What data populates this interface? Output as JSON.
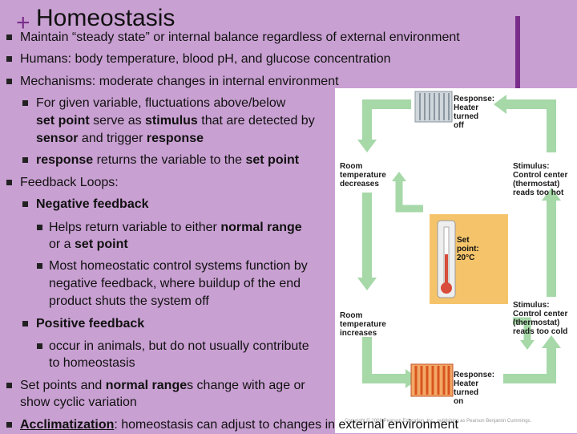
{
  "slide": {
    "title": "Homeostasis",
    "plus_symbol": "+",
    "bullets": [
      {
        "level": 1,
        "text": "Maintain “steady state” or internal balance regardless of external environment"
      },
      {
        "level": 1,
        "text": "Humans: body temperature, blood pH, and glucose concentration"
      },
      {
        "level": 1,
        "text": "Mechanisms: moderate changes in internal environment"
      },
      {
        "level": 2,
        "lines": [
          "For given variable, fluctuations above/below",
          "set point serve as stimulus that are detected by",
          "sensor and trigger response"
        ]
      },
      {
        "level": 2,
        "text": "response returns the variable to the set point"
      },
      {
        "level": 1,
        "text": "Feedback Loops:"
      },
      {
        "level": 2,
        "text": "Negative feedback"
      },
      {
        "level": 3,
        "lines": [
          "Helps return variable to either normal range",
          "or a set point"
        ]
      },
      {
        "level": 3,
        "lines": [
          "Most homeostatic control systems function by",
          "negative feedback, where buildup of the end",
          "product shuts the system off"
        ]
      },
      {
        "level": 2,
        "text": "Positive feedback"
      },
      {
        "level": 3,
        "lines": [
          "occur in animals, but do not usually contribute",
          "to homeostasis"
        ]
      },
      {
        "level": 1,
        "lines": [
          "Set points and normal ranges change with age or",
          "show cyclic variation"
        ]
      },
      {
        "level": 1,
        "text_prefix": "Acclimatization",
        "text": ": homeostasis can adjust to changes in external environment"
      }
    ],
    "emphasis": [
      "set point",
      "stimulus",
      "sensor",
      "response",
      "normal range",
      "Negative feedback",
      "Positive feedback"
    ]
  },
  "diagram": {
    "labels": {
      "response_off": "Response:\nHeater\nturned\noff",
      "room_temp_decreases": "Room\ntemperature\ndecreases",
      "stimulus_hot": "Stimulus:\nControl center\n(thermostat)\nreads too hot",
      "set_point": "Set\npoint:\n20°C",
      "room_temp_increases": "Room\ntemperature\nincreases",
      "stimulus_cold": "Stimulus:\nControl center\n(thermostat)\nreads too cold",
      "response_on": "Response:\nHeater\nturned\non"
    },
    "credit": "Copyright © 2008 Pearson Education, Inc., publishing as Pearson Benjamin Cummings.",
    "colors": {
      "arrow": "#a6d8a8",
      "thermostat_bg": "#f5c46a",
      "heater_on": "#e8823b",
      "heater_off": "#cfd6dc"
    }
  }
}
